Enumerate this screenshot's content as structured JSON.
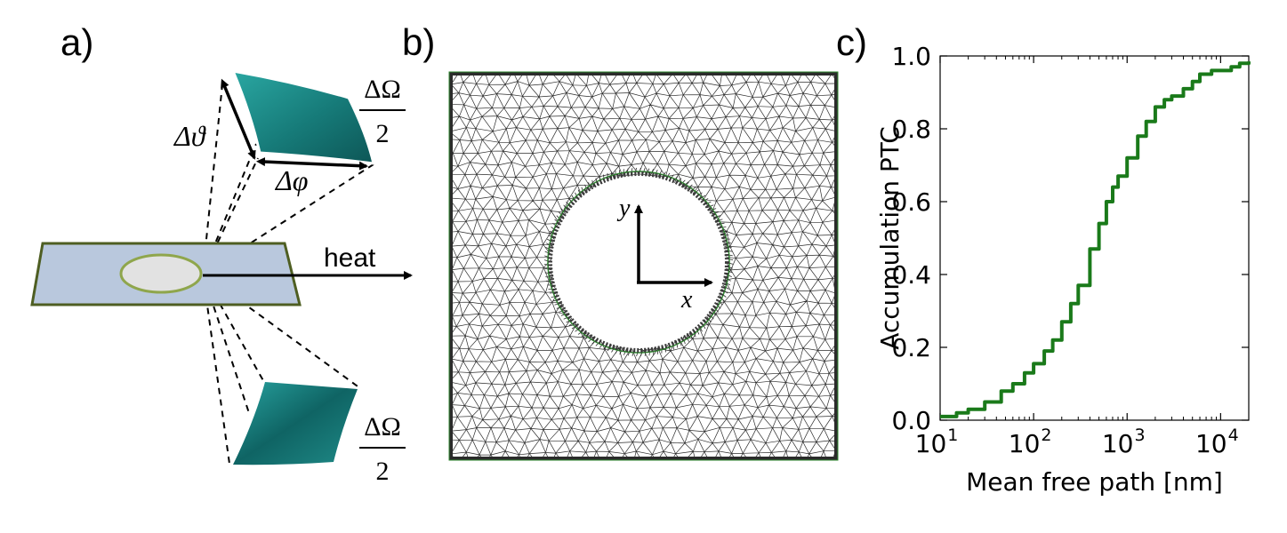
{
  "panels": {
    "a": {
      "label": "a)",
      "delta_theta": "Δϑ",
      "delta_phi": "Δφ",
      "frac_top": {
        "num": "ΔΩ",
        "den": "2"
      },
      "frac_bottom": {
        "num": "ΔΩ",
        "den": "2"
      },
      "heat_label": "heat"
    },
    "b": {
      "label": "b)",
      "axis_y": "y",
      "axis_x": "x"
    },
    "c": {
      "label": "c)"
    }
  },
  "colors": {
    "teal": "#1f8f8f",
    "slab": "#b8c8de",
    "slab_edge": "#5a6b2a",
    "hole": "#e0e0e0",
    "hole_edge": "#8aa04a",
    "mesh": "#2b2b2b",
    "curve": "#1a7a1a"
  },
  "chart_data": {
    "type": "line",
    "xscale": "log",
    "xlabel": "Mean free path [nm]",
    "ylabel": "Accumulation PTC",
    "xlim": [
      10,
      20000
    ],
    "ylim": [
      0,
      1
    ],
    "xticks": [
      {
        "value": 10,
        "base": "10",
        "exp": "1"
      },
      {
        "value": 100,
        "base": "10",
        "exp": "2"
      },
      {
        "value": 1000,
        "base": "10",
        "exp": "3"
      },
      {
        "value": 10000,
        "base": "10",
        "exp": "4"
      }
    ],
    "yticks": [
      "0.0",
      "0.2",
      "0.4",
      "0.6",
      "0.8",
      "1.0"
    ],
    "series": [
      {
        "x": [
          10,
          15,
          20,
          30,
          45,
          60,
          80,
          100,
          130,
          160,
          200,
          250,
          300,
          400,
          500,
          600,
          700,
          800,
          1000,
          1300,
          1600,
          2000,
          2500,
          3000,
          4000,
          5000,
          6000,
          8000,
          10000,
          13000,
          16000,
          20000
        ],
        "y": [
          0.01,
          0.02,
          0.03,
          0.05,
          0.08,
          0.1,
          0.13,
          0.155,
          0.19,
          0.22,
          0.27,
          0.32,
          0.37,
          0.47,
          0.54,
          0.6,
          0.64,
          0.67,
          0.72,
          0.78,
          0.82,
          0.86,
          0.88,
          0.89,
          0.91,
          0.93,
          0.95,
          0.96,
          0.96,
          0.97,
          0.98,
          0.985
        ]
      }
    ]
  }
}
